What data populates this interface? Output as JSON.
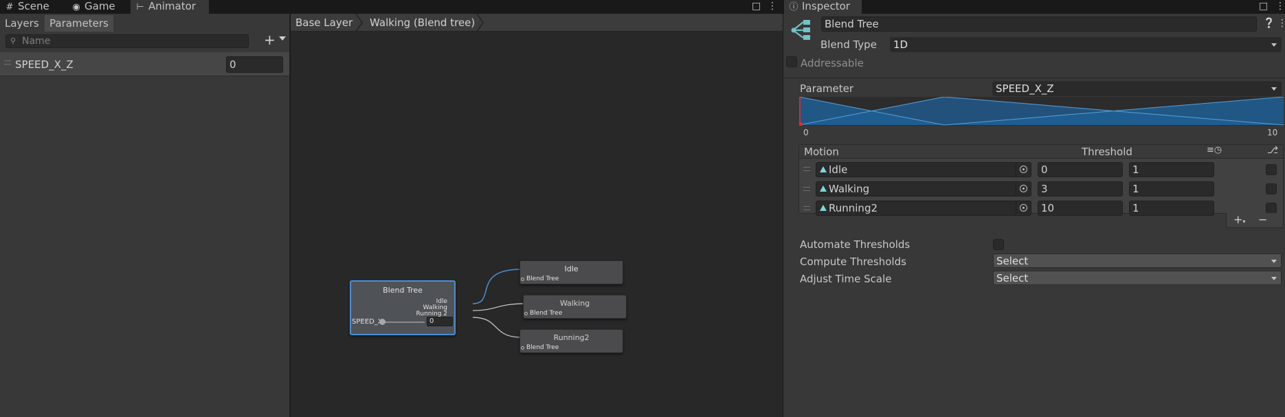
{
  "tabs": {
    "scene": "Scene",
    "game": "Game",
    "animator": "Animator",
    "inspector": "Inspector"
  },
  "left": {
    "layers_tab": "Layers",
    "parameters_tab": "Parameters",
    "search_placeholder": "Name",
    "param_name": "SPEED_X_Z",
    "param_value": "0"
  },
  "graph": {
    "breadcrumb": [
      "Base Layer",
      "Walking (Blend tree)"
    ],
    "blend_node": {
      "title": "Blend Tree",
      "ports": [
        "Idle",
        "Walking",
        "Running 2"
      ],
      "param": "SPEED_X",
      "value": "0"
    },
    "child_nodes": [
      {
        "title": "Idle",
        "port": "Blend Tree"
      },
      {
        "title": "Walking",
        "port": "Blend Tree"
      },
      {
        "title": "Running2",
        "port": "Blend Tree"
      }
    ]
  },
  "inspector": {
    "name": "Blend Tree",
    "blend_type_label": "Blend Type",
    "blend_type": "1D",
    "addressable_label": "Addressable",
    "parameter_label": "Parameter",
    "parameter": "SPEED_X_Z",
    "axis_min": "0",
    "axis_max": "10",
    "table": {
      "motion_header": "Motion",
      "threshold_header": "Threshold",
      "rows": [
        {
          "motion": "Idle",
          "threshold": "0",
          "speed": "1"
        },
        {
          "motion": "Walking",
          "threshold": "3",
          "speed": "1"
        },
        {
          "motion": "Running2",
          "threshold": "10",
          "speed": "1"
        }
      ]
    },
    "automate_label": "Automate Thresholds",
    "compute_label": "Compute Thresholds",
    "compute_value": "Select",
    "adjust_label": "Adjust Time Scale",
    "adjust_value": "Select"
  },
  "colors": {
    "accent": "#4a8fd7",
    "blend_fill": "#1f5f95",
    "panel": "#383838",
    "graph_bg": "#282828"
  }
}
